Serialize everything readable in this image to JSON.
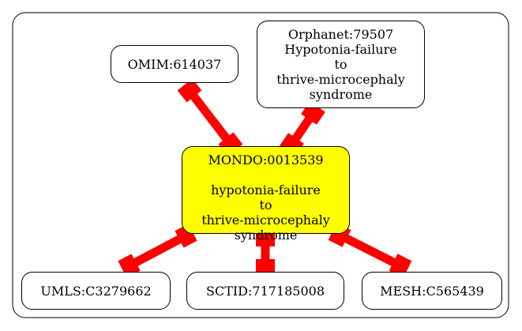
{
  "colors": {
    "edge": "#ff0000",
    "center_fill": "#ffff00",
    "node_fill": "#ffffff",
    "stroke": "#000000"
  },
  "center_node": {
    "id": "MONDO:0013539",
    "name": "hypotonia-failure\nto\nthrive-microcephaly\nsyndrome"
  },
  "nodes": {
    "omim": {
      "label": "OMIM:614037"
    },
    "orphanet": {
      "label": "Orphanet:79507\nHypotonia-failure\nto\nthrive-microcephaly\nsyndrome"
    },
    "umls": {
      "label": "UMLS:C3279662"
    },
    "sctid": {
      "label": "SCTID:717185008"
    },
    "mesh": {
      "label": "MESH:C565439"
    }
  }
}
